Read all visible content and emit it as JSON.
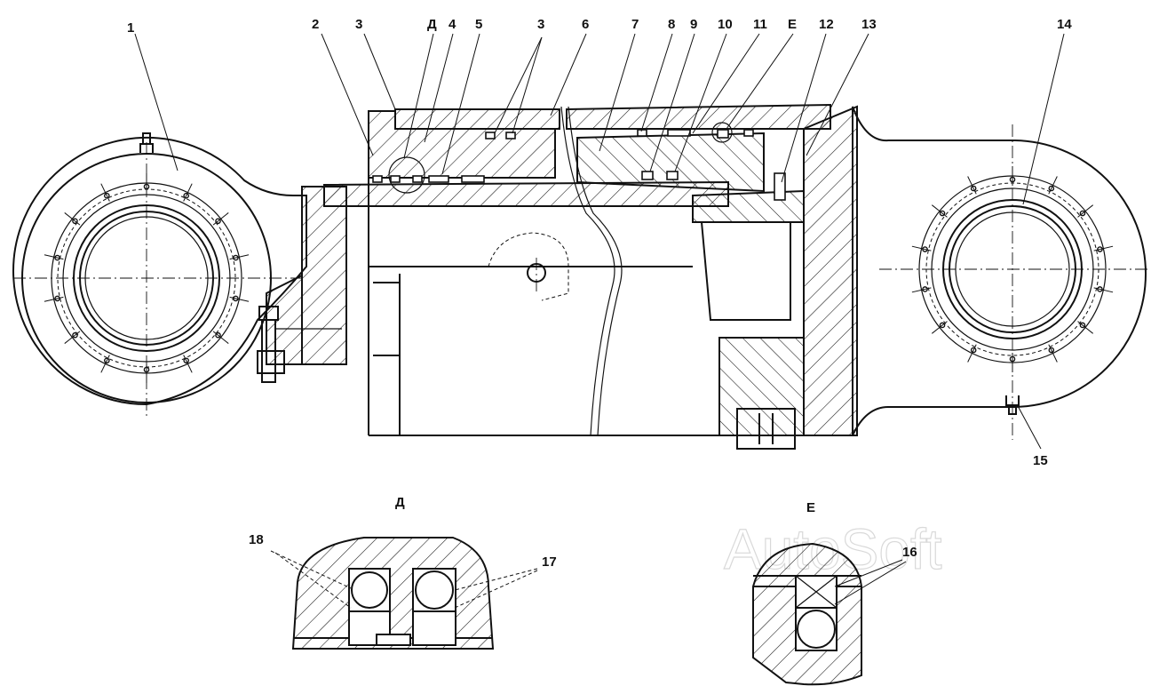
{
  "callouts": {
    "n1": "1",
    "n2": "2",
    "n3a": "3",
    "n3b": "3",
    "nD": "Д",
    "n4": "4",
    "n5": "5",
    "n6": "6",
    "n7": "7",
    "n8": "8",
    "n9": "9",
    "n10": "10",
    "n11": "11",
    "nE": "Е",
    "n12": "12",
    "n13": "13",
    "n14": "14",
    "n15": "15",
    "n16": "16",
    "n17": "17",
    "n18": "18"
  },
  "details": {
    "D": {
      "title": "Д"
    },
    "E": {
      "title": "Е"
    }
  },
  "watermark": "AutoSoft"
}
